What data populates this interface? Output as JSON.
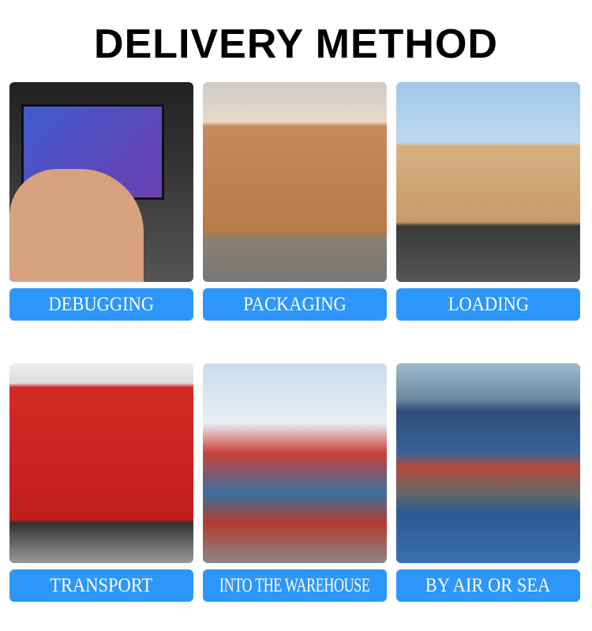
{
  "title": "DELIVERY METHOD",
  "steps": [
    {
      "label": "DEBUGGING"
    },
    {
      "label": "PACKAGING"
    },
    {
      "label": "LOADING"
    },
    {
      "label": "TRANSPORT"
    },
    {
      "label": "INTO THE WAREHOUSE"
    },
    {
      "label": "BY AIR OR SEA"
    }
  ],
  "colors": {
    "label_bg": "#2d96fa",
    "label_text": "#ffffff",
    "title": "#000000"
  }
}
